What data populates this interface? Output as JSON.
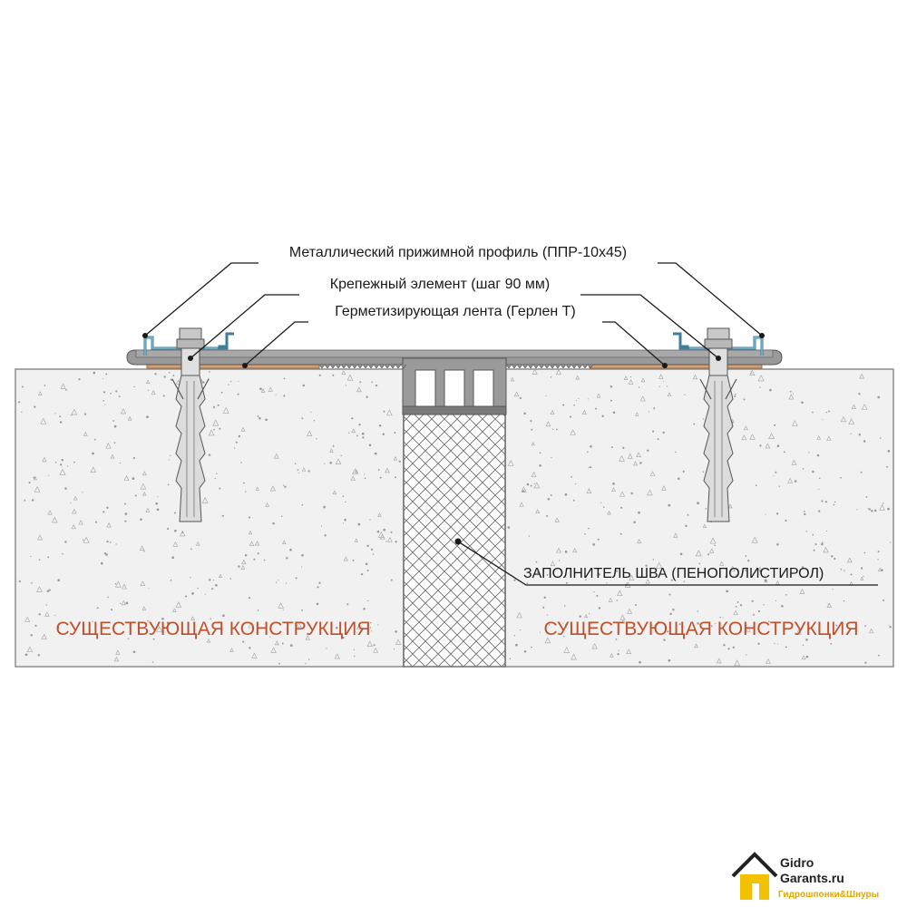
{
  "labels": {
    "profile": "Металлический прижимной профиль  (ППР-10х45)",
    "fastener": "Крепежный элемент (шаг 90 мм)",
    "tape": "Герметизирующая лента  (Герлен Т)",
    "filler": "ЗАПОЛНИТЕЛЬ ШВА (ПЕНОПОЛИСТИРОЛ)",
    "structure_left": "СУЩЕСТВУЮЩАЯ КОНСТРУКЦИЯ",
    "structure_right": "СУЩЕСТВУЮЩАЯ КОНСТРУКЦИЯ"
  },
  "logo": {
    "line1": "Gidro",
    "line2": "Garants.ru",
    "slogan": "Гидрошпонки&Шнуры",
    "icon": "house-icon"
  },
  "colors": {
    "concrete": "#f1f1f1",
    "concrete_stroke": "#8c8c8c",
    "profile_gray": "#8f8f8f",
    "tape_orange": "#d8a070",
    "clamp_blue": "#7ab6cf",
    "structure_text": "#c0502a",
    "logo_yellow": "#f2c200"
  }
}
